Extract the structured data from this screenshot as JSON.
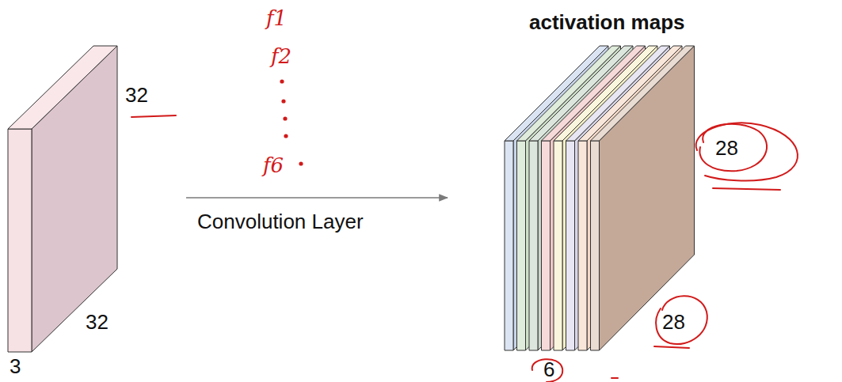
{
  "diagram": {
    "nodes": [
      {
        "text": [
          "32",
          "32",
          "3"
        ]
      },
      {
        "text": [
          "activation maps",
          "28",
          "28",
          "6"
        ]
      }
    ],
    "edges": [
      {
        "from": 0,
        "to": 1,
        "arrow": "to",
        "label": "Convolution Layer"
      }
    ],
    "labels": [
      "f1",
      "f2",
      "f6"
    ]
  }
}
